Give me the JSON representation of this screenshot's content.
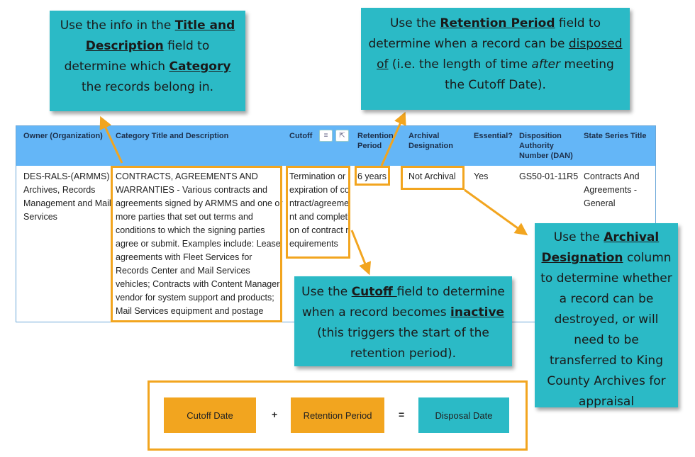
{
  "callouts": {
    "title_desc": {
      "pre": "Use the info in the ",
      "title": "Title and Description",
      "mid": " field to determine which ",
      "category": "Category",
      "post": " the records belong in."
    },
    "retention": {
      "pre": "Use the ",
      "field": "Retention Period",
      "mid": " field to determine when a record can be ",
      "disposed": "disposed of",
      "mid2": " (i.e. the length of time ",
      "after": "after",
      "post": " meeting the Cutoff Date)."
    },
    "cutoff": {
      "pre": "Use the ",
      "field": "Cutoff ",
      "mid": "field to determine when a record becomes ",
      "inactive": "inactive",
      "post": " (this triggers the start of the retention period)."
    },
    "archival": {
      "pre": "Use the ",
      "field": "Archival Designation",
      "post": " column to determine whether a record can be destroyed, or will need to be transferred to King County Archives for appraisal"
    }
  },
  "table": {
    "headers": {
      "owner": "Owner (Organization)",
      "category": "Category Title and Description",
      "cutoff": "Cutoff",
      "retention": "Retention Period",
      "archival": "Archival Designation",
      "essential": "Essential?",
      "dan": "Disposition Authority Number (DAN)",
      "series": "State Series Title"
    },
    "row": {
      "owner": "DES-RALS-(ARMMS) Archives, Records Management and Mail Services",
      "category": "CONTRACTS, AGREEMENTS AND WARRANTIES - Various contracts and agreements signed by ARMMS and one or more parties that set out terms and conditions to which the signing parties agree or submit. Examples include: Lease agreements with Fleet Services for Records Center and Mail Services vehicles; Contracts with Content Manager vendor for system support and products; Mail Services equipment and postage suppliers, etc. Specific records",
      "cutoff": "Termination or expiration of contract/agreement and completion of contract requirements",
      "retention": "6 years",
      "archival": "Not Archival",
      "essential": "Yes",
      "dan": "GS50-01-11R5",
      "series": "Contracts And Agreements - General"
    }
  },
  "formula": {
    "cutoff_date": "Cutoff Date",
    "plus": "+",
    "retention_period": "Retention Period",
    "equals": "=",
    "disposal_date": "Disposal Date"
  },
  "colors": {
    "teal": "#2bbac6",
    "orange": "#f2a51f",
    "header_blue": "#64b6f7"
  }
}
